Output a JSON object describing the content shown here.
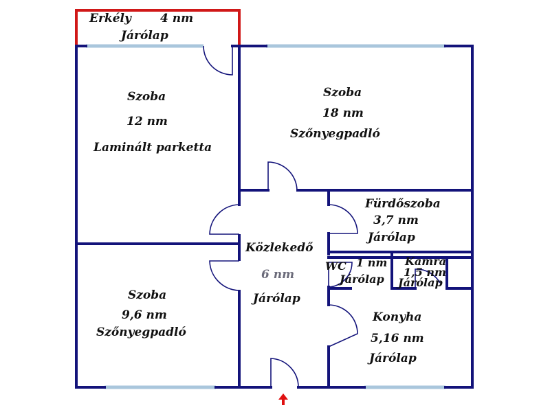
{
  "colors": {
    "wall": "#13137a",
    "window": "#a9c6dc",
    "balcony": "#d01818",
    "entrance": "#e01010",
    "text": "#111111",
    "text_muted": "#6b6b7a"
  },
  "rooms": {
    "balcony": {
      "name": "Erkély",
      "area": "4 nm",
      "floor": "Járólap"
    },
    "room_left_top": {
      "name": "Szoba",
      "area": "12 nm",
      "floor": "Laminált parketta"
    },
    "room_right_top": {
      "name": "Szoba",
      "area": "18 nm",
      "floor": "Szőnyegpadló"
    },
    "room_left_bottom": {
      "name": "Szoba",
      "area": "9,6 nm",
      "floor": "Szőnyegpadló"
    },
    "hallway": {
      "name": "Közlekedő",
      "area": "6 nm",
      "floor": "Járólap"
    },
    "bathroom": {
      "name": "Fürdőszoba",
      "area": "3,7 nm",
      "floor": "Járólap"
    },
    "wc": {
      "name": "WC",
      "area": "1 nm",
      "floor": "Járólap"
    },
    "pantry": {
      "name": "Kamra",
      "area": "1,5 nm",
      "floor": "Járólap"
    },
    "kitchen": {
      "name": "Konyha",
      "area": "5,16 nm",
      "floor": "Járólap"
    }
  },
  "icons": {
    "entrance": "arrow-up-icon"
  }
}
